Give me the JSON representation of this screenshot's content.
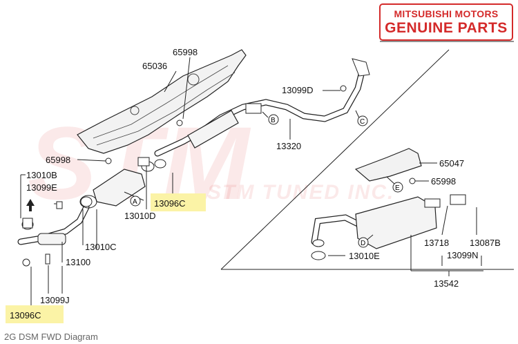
{
  "brand": {
    "line1": "MITSUBISHI MOTORS",
    "line2": "GENUINE PARTS",
    "color": "#d42a2a"
  },
  "watermark": {
    "main": "STM",
    "sub": "STM TUNED INC."
  },
  "caption": "2G DSM FWD Diagram",
  "highlight_color": "#fbf3a6",
  "parts": {
    "p65036": "65036",
    "p65998a": "65998",
    "p13099d": "13099D",
    "p13320": "13320",
    "p65998b": "65998",
    "p13010b": "13010B",
    "p13099e": "13099E",
    "p13096c_a": "13096C",
    "p13010d": "13010D",
    "p13010c": "13010C",
    "p13100": "13100",
    "p13099j": "13099J",
    "p13096c_b": "13096C",
    "p65047": "65047",
    "p65998c": "65998",
    "p13718": "13718",
    "p13087b": "13087B",
    "p13099n": "13099N",
    "p13010e": "13010E",
    "p13542": "13542"
  },
  "callouts": {
    "a": "A",
    "b": "B",
    "c": "C",
    "d": "D",
    "e": "E"
  }
}
